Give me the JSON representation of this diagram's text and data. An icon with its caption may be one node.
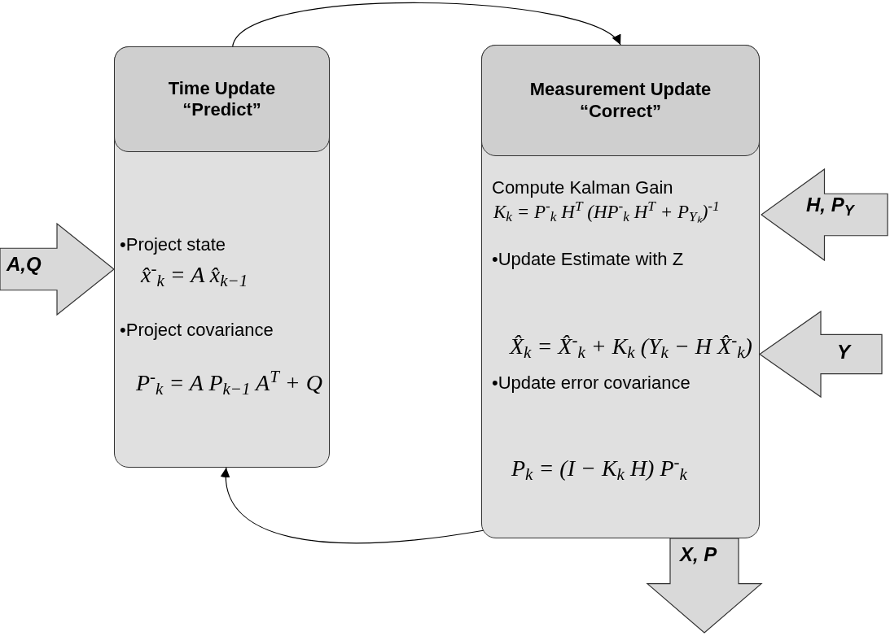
{
  "diagram": {
    "nodes": [
      {
        "text": [
          "•Project state",
          "x̂$^{-}$$_{k}$ = A x̂$_{k−1}$",
          "•Project covariance",
          "P$^{-}$$_{k}$ = A P$_{k−1}$ A$^{T}$ + Q"
        ]
      },
      {
        "text": [
          "Time Update “Predict”"
        ],
        "in": 0
      },
      {
        "text": [
          "Compute Kalman Gain",
          "K$_{k}$ = P$^{-}$$_{k}$ H$^{T}$ (HP$^{-}$$_{k}$ H$^{T}$ + P$_{Yₖ}$)$^{-1}$",
          "•Update Estimate with Z",
          "X̂$_{k}$ = X̂$^{-}$$_{k}$ + K$_{k}$ (Y$_{k}$ − H X̂$^{-}$$_{k}$)",
          "•Update error covariance",
          "P$_{k}$ = (I − K$_{k}$ H) P$^{-}$$_{k}$"
        ]
      },
      {
        "text": [
          "Measurement Update “Correct”"
        ],
        "in": 2
      },
      {
        "text": [
          "A,Q"
        ]
      },
      {
        "text": [
          "H, P$_{Y}$"
        ]
      },
      {
        "text": [
          "Y"
        ]
      },
      {
        "text": [
          "X, P"
        ]
      }
    ],
    "edges": [
      {
        "from": 1,
        "to": 3,
        "arrow": "to"
      },
      {
        "from": 2,
        "to": 0,
        "arrow": "to"
      }
    ]
  }
}
